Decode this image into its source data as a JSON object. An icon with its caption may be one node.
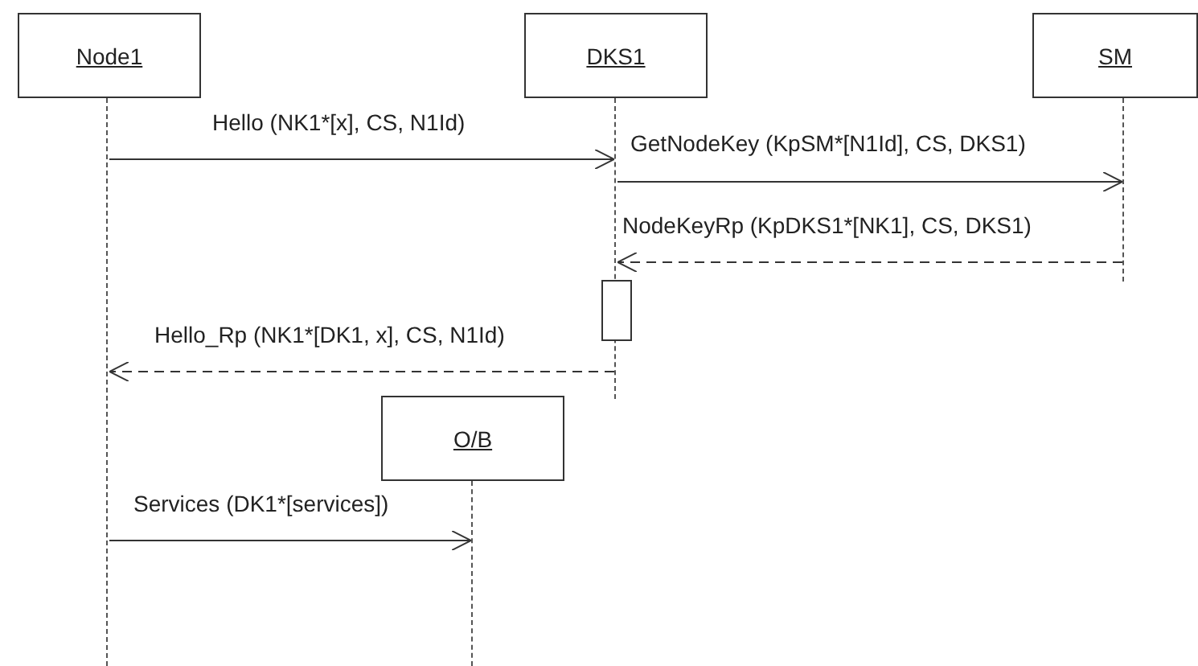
{
  "diagram": {
    "nodes": [
      {
        "text": [
          "Node1"
        ]
      },
      {
        "text": [
          "DKS1"
        ]
      },
      {
        "text": [
          "SM"
        ]
      },
      {
        "text": [
          "O/B"
        ]
      },
      {
        "text": [],
        "shape": "line"
      },
      {
        "text": [],
        "shape": "line"
      },
      {
        "text": [],
        "shape": "line"
      },
      {
        "text": [],
        "shape": "line"
      },
      {
        "text": [],
        "shape": "box"
      }
    ],
    "edges": [
      {
        "from": 4,
        "to": 5,
        "arrow": "to",
        "label": "Hello (NK1*[x], CS, N1Id)"
      },
      {
        "from": 5,
        "to": 6,
        "arrow": "to",
        "label": "GetNodeKey (KpSM*[N1Id], CS, DKS1)"
      },
      {
        "from": 6,
        "to": 5,
        "arrow": "to",
        "label": "NodeKeyRp (KpDKS1*[NK1], CS, DKS1)",
        "style": "dashed"
      },
      {
        "from": 5,
        "to": 4,
        "arrow": "to",
        "label": "Hello_Rp (NK1*[DK1, x], CS, N1Id)",
        "style": "dashed"
      },
      {
        "from": 4,
        "to": 7,
        "arrow": "to",
        "label": "Services (DK1*[services])"
      }
    ]
  }
}
